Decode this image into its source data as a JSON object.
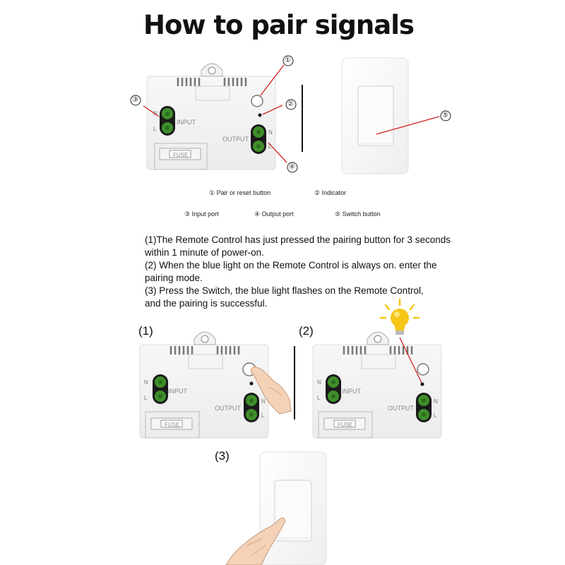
{
  "title": "How to pair signals",
  "legend": {
    "item1": "① Pair or reset button",
    "item2": "② Indicator",
    "item3": "③ Input port",
    "item4": "④ Output port",
    "item5": "⑤ Switch button"
  },
  "callouts": {
    "c1": "①",
    "c2": "②",
    "c3": "③",
    "c4": "④",
    "c5": "⑤"
  },
  "device": {
    "input": "INPUT",
    "output": "OUTPUT",
    "fuse": "FUSE",
    "n": "N",
    "l": "L"
  },
  "steps": {
    "line1": "(1)The Remote Control has just pressed the pairing button for 3 seconds",
    "line2": "within 1 minute of power-on.",
    "line3": "(2) When the blue light on the Remote Control is always on. enter the",
    "line4": "pairing mode.",
    "line5": "(3) Press the Switch, the blue light flashes on the Remote Control,",
    "line6": "and the pairing is successful."
  },
  "panels": {
    "p1": "(1)",
    "p2": "(2)",
    "p3": "(3)"
  },
  "colors": {
    "port_green": "#3f8f2a",
    "callout_red": "#d42020",
    "bulb_yellow": "#f5c518"
  }
}
